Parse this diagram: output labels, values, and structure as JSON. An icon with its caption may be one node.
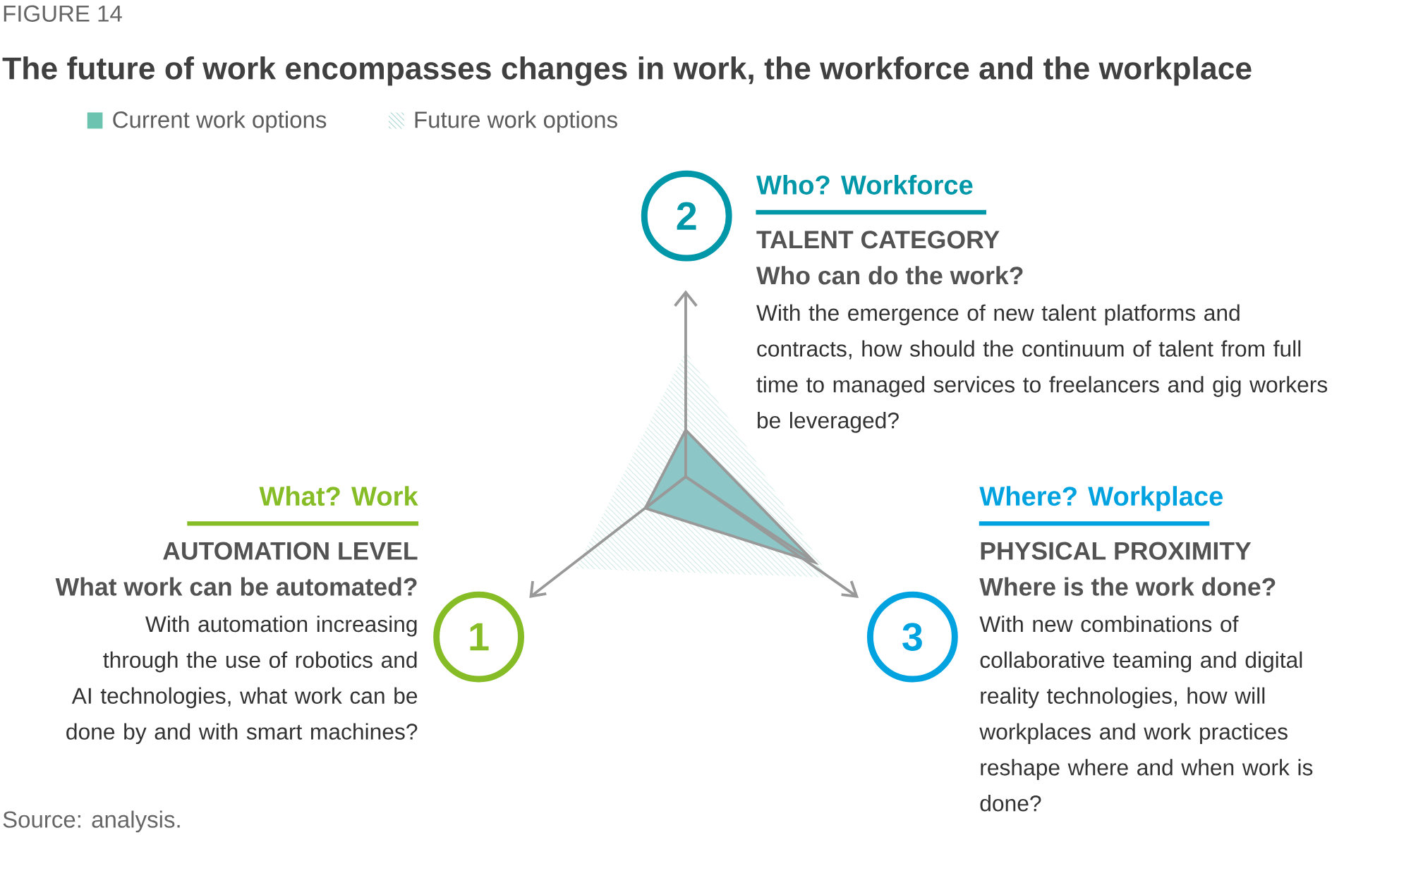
{
  "diagram": {
    "title": "The future of work encompasses changes in work, the workforce and the workplace",
    "nodes": [
      {
        "text": [
          "1"
        ],
        "beside": [
          "What? Work",
          "AUTOMATION LEVEL",
          "What work can be automated?",
          "With automation increasing through the use of robotics and AI technologies, what work can be done by and with smart machines?"
        ]
      },
      {
        "text": [
          "2"
        ],
        "beside": [
          "Who? Workforce",
          "TALENT CATEGORY",
          "Who can do the work?",
          "With the emergence of new talent platforms and contracts, how should the continuum of talent from full time to managed services to freelancers and gig  workers be leveraged?"
        ]
      },
      {
        "text": [
          "3"
        ],
        "beside": [
          "Where? Workplace",
          "PHYSICAL PROXIMITY",
          "Where is the work done?",
          "With new combinations of collaborative teaming and digital reality technologies, how  will workplaces and work practices reshape where and when work is done?"
        ]
      }
    ],
    "labels": [
      "FIGURE 14",
      "Source: analysis."
    ],
    "legend": [
      {
        "text": "Current work options",
        "color": "#6cc3b0"
      },
      {
        "text": "Future work options"
      }
    ]
  }
}
